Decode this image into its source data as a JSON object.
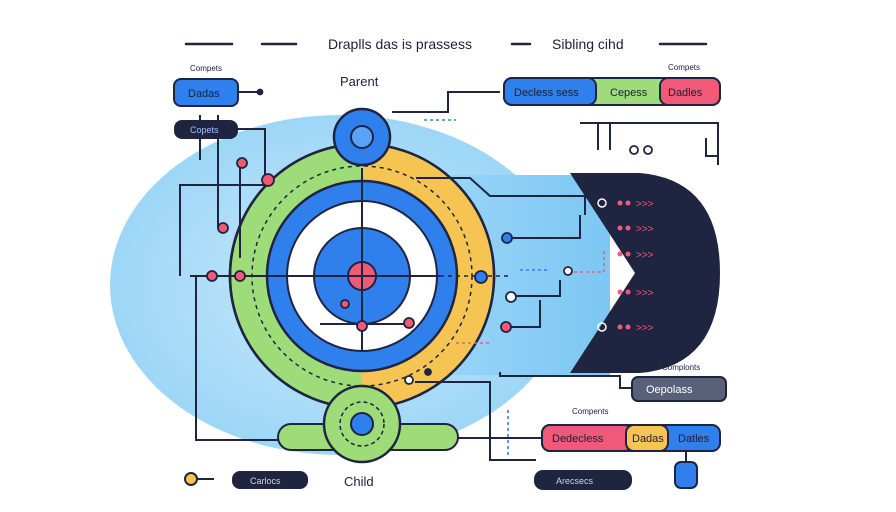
{
  "header": {
    "left_title": "Draplls das is prassess",
    "right_title": "Sibling cihd"
  },
  "labels": {
    "parent": "Parent",
    "child": "Child",
    "compets_left": "Compets",
    "compets_right": "Compets",
    "complonts": "Complonts",
    "compents": "Compents"
  },
  "nodes": {
    "dadas": "Dadas",
    "copets": "Copets",
    "carlocs": "Carlocs",
    "decless_sess": "Decless sess",
    "cepess": "Cepess",
    "dadles_top": "Dadles",
    "oepolass": "Oepolass",
    "dedecless": "Dedecless",
    "dadas_bottom": "Dadas",
    "datles": "Datles",
    "arecsecs": "Arecsecs"
  },
  "colors": {
    "blue": "#2f80ed",
    "navy": "#1f2440",
    "green": "#9edc7a",
    "yellow": "#f6c453",
    "pink": "#f05a78",
    "light_blue": "#9fd6f7"
  }
}
